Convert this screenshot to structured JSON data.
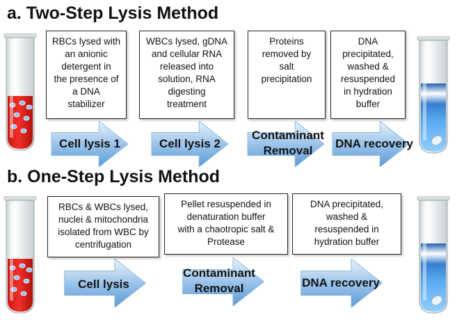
{
  "section_a": {
    "title": "a. Two-Step Lysis Method",
    "boxes": [
      "RBCs lysed with\nan anionic\ndetergent in\nthe presence of\na DNA\nstabilizer",
      "WBCs lysed, gDNA\nand cellular RNA\nreleased into\nsolution, RNA\ndigesting\ntreatment",
      "Proteins\nremoved by\nsalt\nprecipitation",
      "DNA\nprecipitated,\nwashed &\nresuspended\nin hydration\nbuffer"
    ],
    "steps": [
      "Cell lysis 1",
      "Cell lysis 2",
      "Contaminant\nRemoval",
      "DNA recovery"
    ]
  },
  "section_b": {
    "title": "b. One-Step Lysis Method",
    "boxes": [
      "RBCs & WBCs lysed,\nnuclei & mitochondria\nisolated from WBC by\ncentrifugation",
      "Pellet  resuspended in\ndenaturation buffer\nwith a chaotropic salt &\nProtease",
      "DNA precipitated,\nwashed &\nresuspended in\nhydration buffer"
    ],
    "steps": [
      "Cell lysis",
      "Contaminant\nRemoval",
      "DNA recovery"
    ]
  },
  "colors": {
    "arrow_light": "#d6e8f7",
    "arrow_dark": "#5b9bd5",
    "blood_red": "#e8261c",
    "solution_blue": "#3a8ee0",
    "text": "#111111"
  }
}
